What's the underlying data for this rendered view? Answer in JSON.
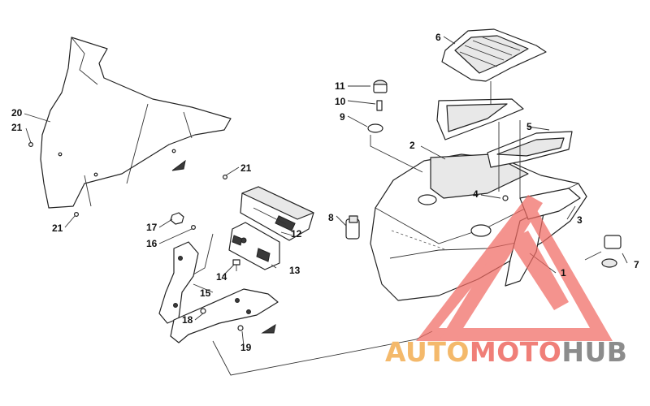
{
  "diagram": {
    "callouts": [
      {
        "id": "1",
        "text": "1"
      },
      {
        "id": "2",
        "text": "2"
      },
      {
        "id": "3",
        "text": "3"
      },
      {
        "id": "4",
        "text": "4"
      },
      {
        "id": "5",
        "text": "5"
      },
      {
        "id": "6",
        "text": "6"
      },
      {
        "id": "7",
        "text": "7"
      },
      {
        "id": "8",
        "text": "8"
      },
      {
        "id": "9",
        "text": "9"
      },
      {
        "id": "10",
        "text": "10"
      },
      {
        "id": "11",
        "text": "11"
      },
      {
        "id": "12",
        "text": "12"
      },
      {
        "id": "13",
        "text": "13"
      },
      {
        "id": "14",
        "text": "14"
      },
      {
        "id": "15",
        "text": "15"
      },
      {
        "id": "16",
        "text": "16"
      },
      {
        "id": "17",
        "text": "17"
      },
      {
        "id": "18",
        "text": "18"
      },
      {
        "id": "19",
        "text": "19"
      },
      {
        "id": "20",
        "text": "20"
      },
      {
        "id": "21a",
        "text": "21"
      },
      {
        "id": "21b",
        "text": "21"
      },
      {
        "id": "21c",
        "text": "21"
      }
    ]
  },
  "watermark": {
    "part1": "AUTO",
    "part2": "MOTO",
    "part3": "HUB",
    "colors": {
      "auto": "#f4b96b",
      "moto": "#f07f78",
      "hub": "#8c8c8c",
      "triangle": "#f06a63"
    }
  }
}
